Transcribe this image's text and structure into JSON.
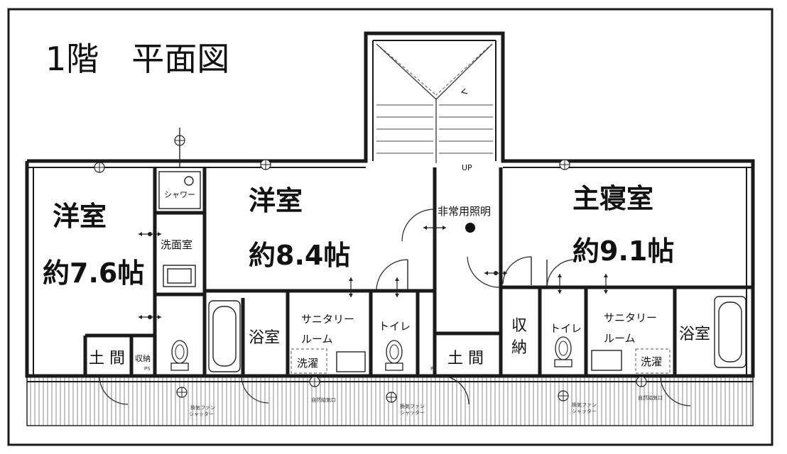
{
  "title": "1階　平面図",
  "rooms": {
    "western_left": {
      "name": "洋室",
      "size": "約7.6帖"
    },
    "western_center": {
      "name": "洋室",
      "size": "約8.4帖"
    },
    "master_bedroom": {
      "name": "主寝室",
      "size": "約9.1帖"
    }
  },
  "labels": {
    "shower": "シャワー",
    "washroom": "洗面室",
    "bath": "浴室",
    "sanitary_1": "サニタリー",
    "sanitary_2": "ルーム",
    "laundry": "洗濯",
    "toilet": "トイレ",
    "doma": "土 間",
    "storage_small": "収納",
    "storage_1": "収",
    "storage_2": "納",
    "emergency_light": "非常用照明",
    "up": "UP",
    "ps": "PS"
  },
  "fixtures": {
    "fan_1": "換気ファン",
    "fan_2": "シャッター",
    "inlet": "自然給気口"
  },
  "icons": [
    "ventilation-fan-icon",
    "door-swing-icon",
    "toilet-icon",
    "bathtub-icon",
    "sink-icon",
    "light-fixture-icon"
  ]
}
